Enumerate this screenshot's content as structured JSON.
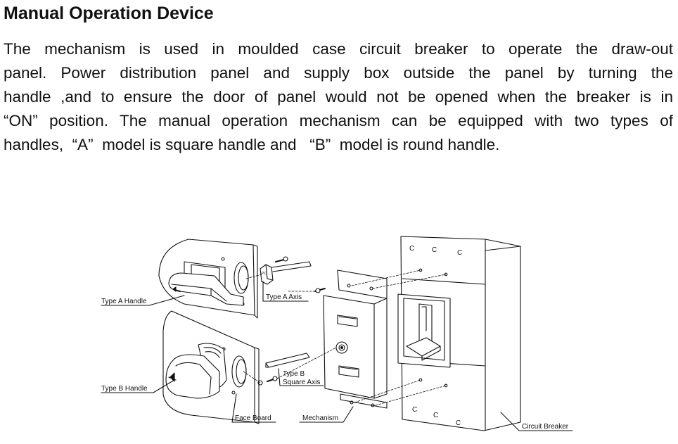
{
  "heading": "Manual Operation Device",
  "paragraph_lines": [
    "The mechanism is used in moulded case circuit breaker to operate the draw-out",
    "panel. Power distribution panel and supply box outside the panel by turning the",
    "handle ,and to ensure the door of panel would not be opened when the breaker is in",
    "“ON” position. The manual operation mechanism can be equipped with two types of",
    "handles,  “A”  model is square handle and   “B”  model is round handle."
  ],
  "diagram": {
    "labels": {
      "type_a_handle": "Type A Handle",
      "type_b_handle": "Type B  Handle",
      "type_a_axis": "Type A  Axis",
      "type_b_square_axis_1": "Type B",
      "type_b_square_axis_2": "Square Axis",
      "face_board": "Face Board",
      "mechanism": "Mechanism",
      "circuit_breaker": "Circuit Breaker"
    },
    "breaker_marks": "C"
  }
}
